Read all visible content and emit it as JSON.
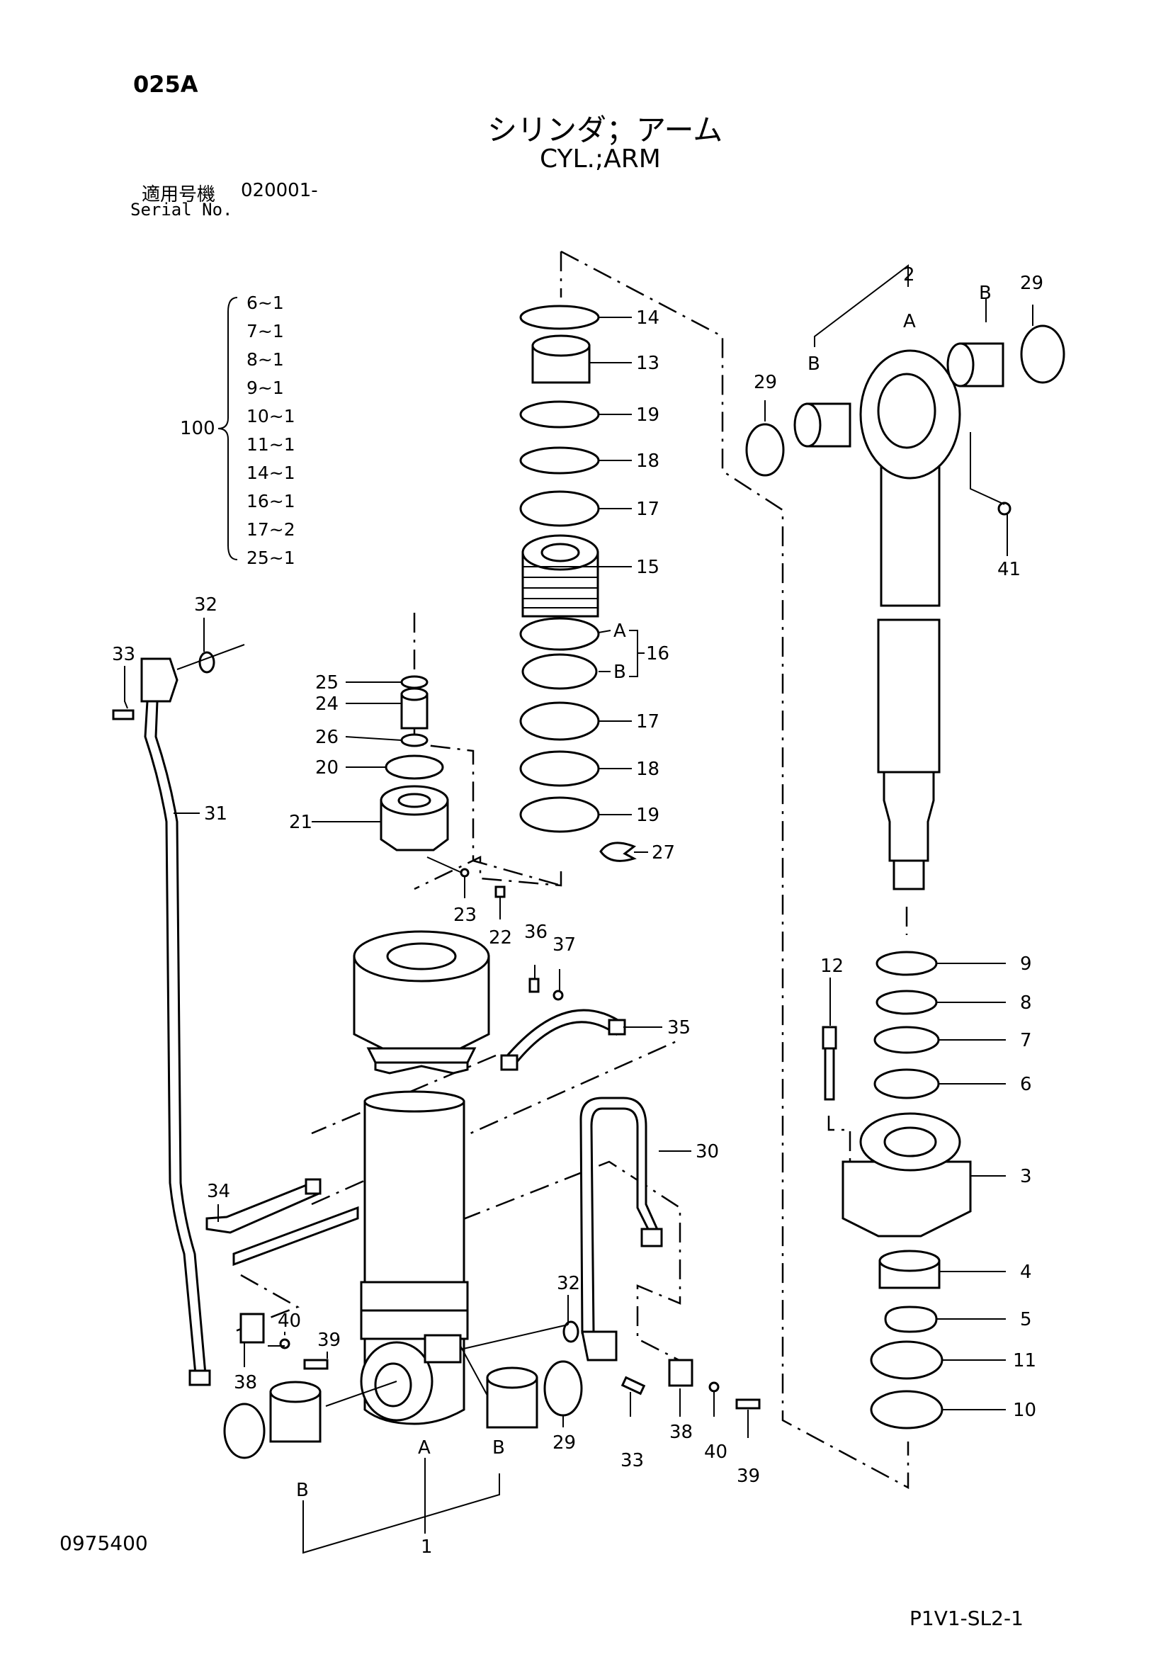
{
  "page_code": "025A",
  "title_jp": "シリンダ；アーム",
  "title_en": "CYL.;ARM",
  "serial": {
    "label_jp": "適用号機",
    "label_en": "Serial No.",
    "value": "020001-"
  },
  "kit": {
    "number": "100",
    "items": [
      "6~1",
      "7~1",
      "8~1",
      "9~1",
      "10~1",
      "11~1",
      "14~1",
      "16~1",
      "17~2",
      "25~1"
    ]
  },
  "callouts": {
    "c1": "1",
    "c2": "2",
    "c3": "3",
    "c4": "4",
    "c5": "5",
    "c6": "6",
    "c7": "7",
    "c8": "8",
    "c9": "9",
    "c10": "10",
    "c11": "11",
    "c12": "12",
    "c13": "13",
    "c14": "14",
    "c15": "15",
    "c16": "16",
    "c17a": "17",
    "c17b": "17",
    "c18a": "18",
    "c18b": "18",
    "c19a": "19",
    "c19b": "19",
    "c20": "20",
    "c21": "21",
    "c22": "22",
    "c23": "23",
    "c24": "24",
    "c25": "25",
    "c26": "26",
    "c27": "27",
    "c29a": "29",
    "c29b": "29",
    "c29c": "29",
    "c30": "30",
    "c31": "31",
    "c32a": "32",
    "c32b": "32",
    "c33a": "33",
    "c33b": "33",
    "c34": "34",
    "c35": "35",
    "c36": "36",
    "c37": "37",
    "c38a": "38",
    "c38b": "38",
    "c39a": "39",
    "c39b": "39",
    "c40a": "40",
    "c40b": "40",
    "c41": "41",
    "A1": "A",
    "A2": "A",
    "A3": "A",
    "B1": "B",
    "B2": "B",
    "B3": "B",
    "B4": "B",
    "B5": "B"
  },
  "diagram_no": "0975400",
  "footer_code": "P1V1-SL2-1"
}
